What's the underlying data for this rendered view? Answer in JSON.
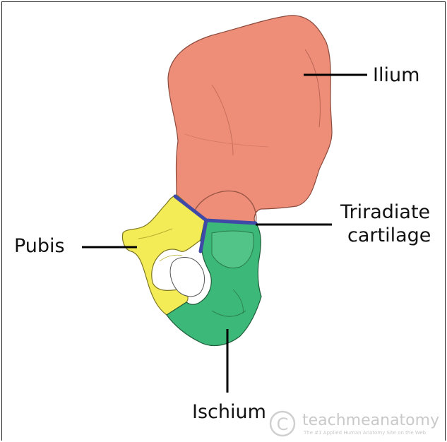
{
  "labels": {
    "ilium": "Ilium",
    "triradiate_line1": "Triradiate",
    "triradiate_line2": "cartilage",
    "pubis": "Pubis",
    "ischium": "Ischium"
  },
  "watermark": {
    "brand": "teachmeanatomy",
    "tagline": "The #1 Applied Human Anatomy Site on the Web"
  },
  "colors": {
    "ilium": "#ef8e78",
    "pubis": "#f3ec57",
    "ischium": "#3cb878",
    "cartilage": "#3f4aa8"
  }
}
